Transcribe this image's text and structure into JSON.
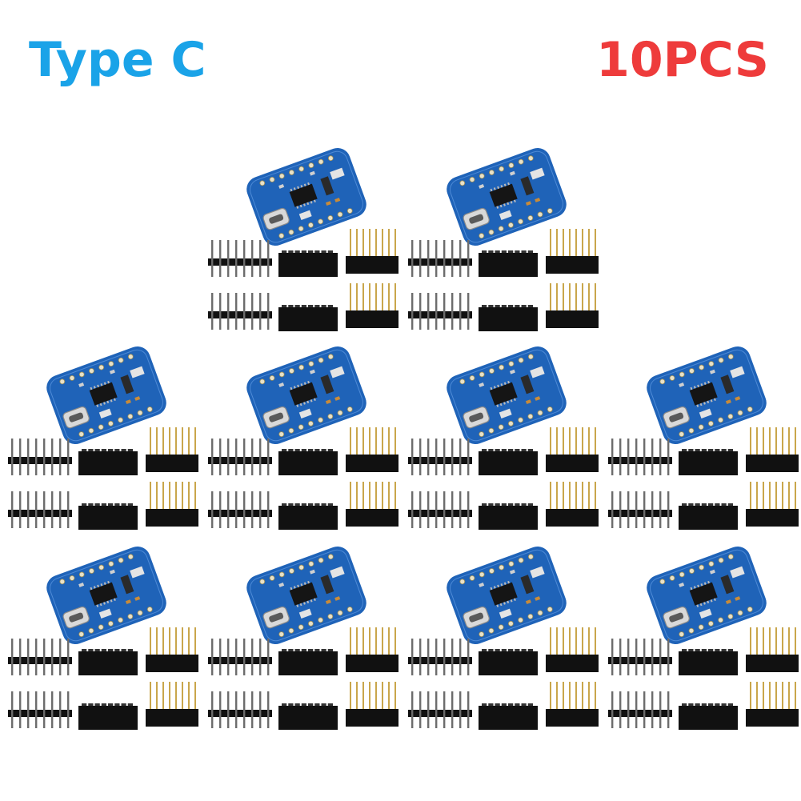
{
  "product_image": {
    "labels": {
      "left": "Type C",
      "right": "10PCS"
    },
    "colors": {
      "left_label": "#1aa3e8",
      "right_label": "#ee3b3b",
      "board": "#1f63b8",
      "pin_header": "#111111",
      "pin_gold": "#c9a64b"
    },
    "kit_count": 10
  }
}
